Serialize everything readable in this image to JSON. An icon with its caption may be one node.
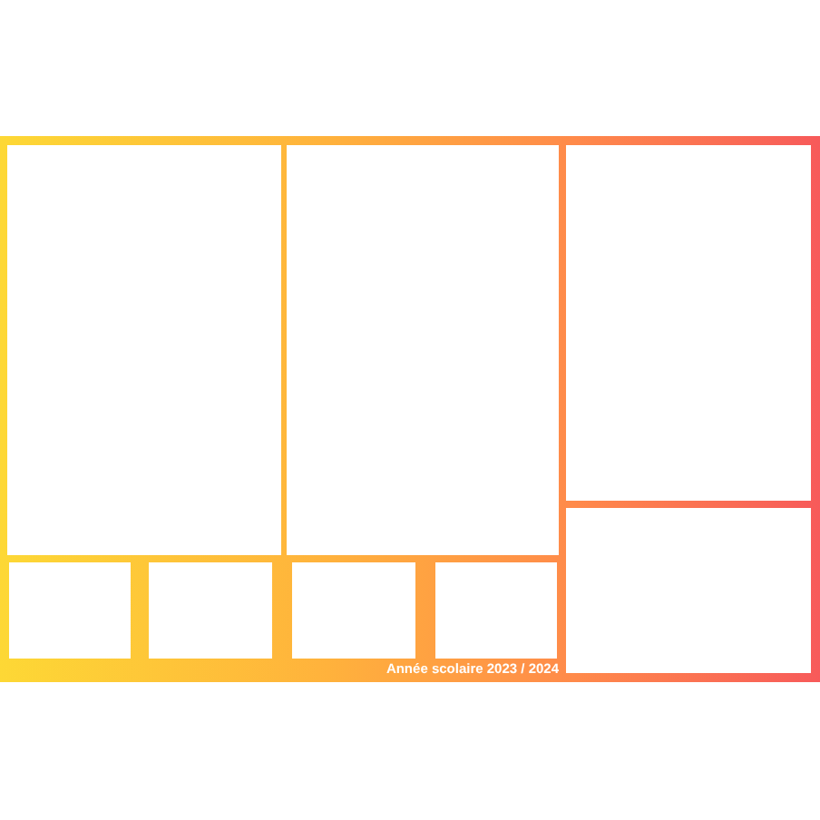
{
  "diagram": {
    "nodes": [
      {
        "text": [],
        "shape": "box"
      },
      {
        "text": [],
        "shape": "box"
      },
      {
        "text": [],
        "shape": "box"
      },
      {
        "text": [],
        "shape": "box"
      },
      {
        "text": [],
        "shape": "box"
      },
      {
        "text": [],
        "shape": "box"
      },
      {
        "text": [],
        "shape": "box"
      },
      {
        "text": [],
        "shape": "box"
      }
    ],
    "labels": [
      "Année scolaire 2023 / 2024"
    ]
  }
}
